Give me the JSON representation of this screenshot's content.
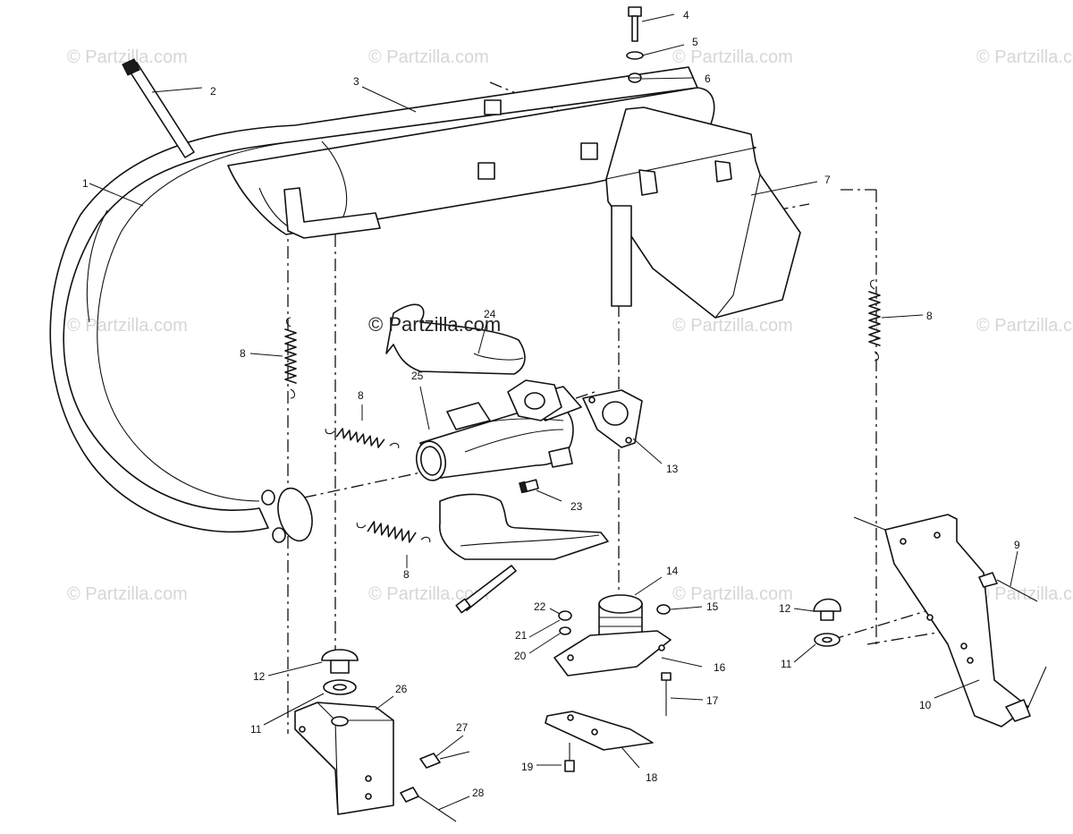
{
  "watermark_text": "© Partzilla.com",
  "callouts": {
    "c1": "1",
    "c2": "2",
    "c3": "3",
    "c4": "4",
    "c5": "5",
    "c6": "6",
    "c7": "7",
    "c8a": "8",
    "c8b": "8",
    "c8c": "8",
    "c8d": "8",
    "c9": "9",
    "c10": "10",
    "c11a": "11",
    "c11b": "11",
    "c12a": "12",
    "c12b": "12",
    "c13": "13",
    "c14": "14",
    "c15": "15",
    "c16": "16",
    "c17": "17",
    "c18": "18",
    "c19": "19",
    "c20": "20",
    "c21": "21",
    "c22": "22",
    "c23": "23",
    "c24": "24",
    "c25": "25",
    "c26": "26",
    "c27": "27",
    "c28": "28"
  }
}
